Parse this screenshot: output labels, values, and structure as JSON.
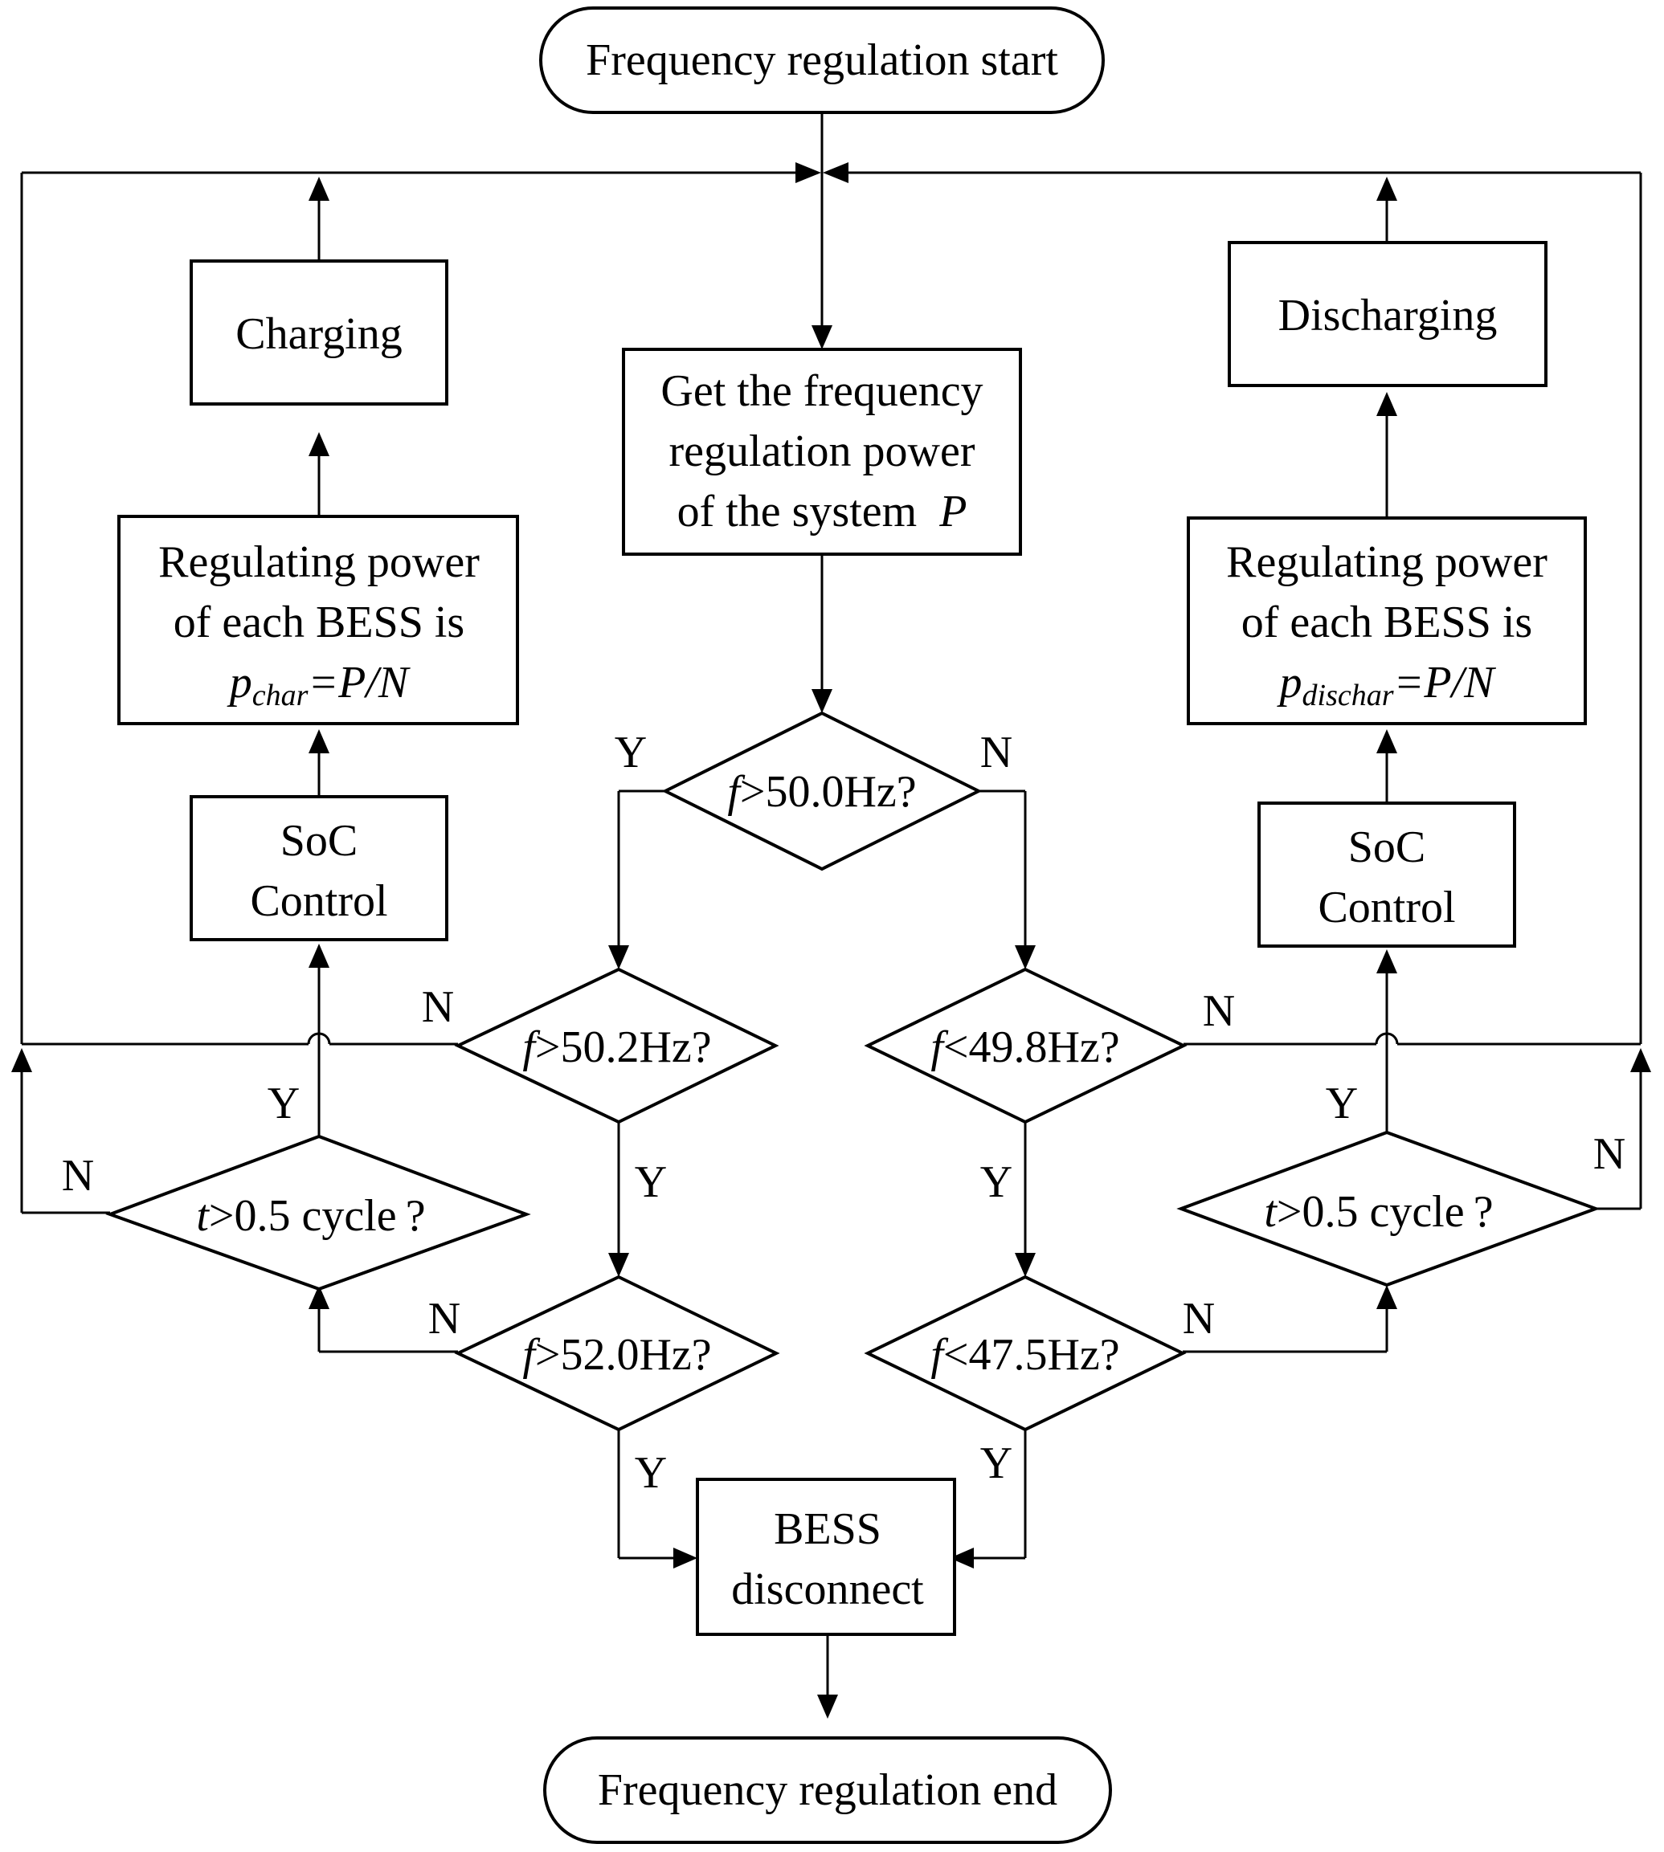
{
  "terminals": {
    "start": "Frequency regulation start",
    "end": "Frequency regulation end"
  },
  "process": {
    "get_power": [
      "Get the  frequency",
      "regulation power",
      "of the system  "
    ],
    "get_power_symbol": "P",
    "charging": "Charging",
    "discharging": "Discharging",
    "reg_left": {
      "line1": "Regulating power",
      "line2": "of each BESS is",
      "var": "p",
      "sub": "char",
      "rhs": "=P/N"
    },
    "reg_right": {
      "line1": "Regulating power",
      "line2": "of each BESS is",
      "var": "p",
      "sub": "dischar",
      "rhs": "=P/N"
    },
    "soc_left": [
      "SoC",
      "Control"
    ],
    "soc_right": [
      "SoC",
      "Control"
    ],
    "disconnect": [
      "BESS",
      "disconnect"
    ]
  },
  "decisions": {
    "d_50_0": {
      "var": "f",
      "rest": ">50.0Hz?"
    },
    "d_50_2": {
      "var": "f",
      "rest": ">50.2Hz?"
    },
    "d_49_8": {
      "var": "f",
      "rest": "<49.8Hz?"
    },
    "d_52_0": {
      "var": "f",
      "rest": ">52.0Hz?"
    },
    "d_47_5": {
      "var": "f",
      "rest": "<47.5Hz?"
    },
    "t_left": {
      "var": "t",
      "rest": ">0.5 cycle ?"
    },
    "t_right": {
      "var": "t",
      "rest": ">0.5 cycle ?"
    }
  },
  "branch_labels": {
    "yes": "Y",
    "no": "N"
  }
}
